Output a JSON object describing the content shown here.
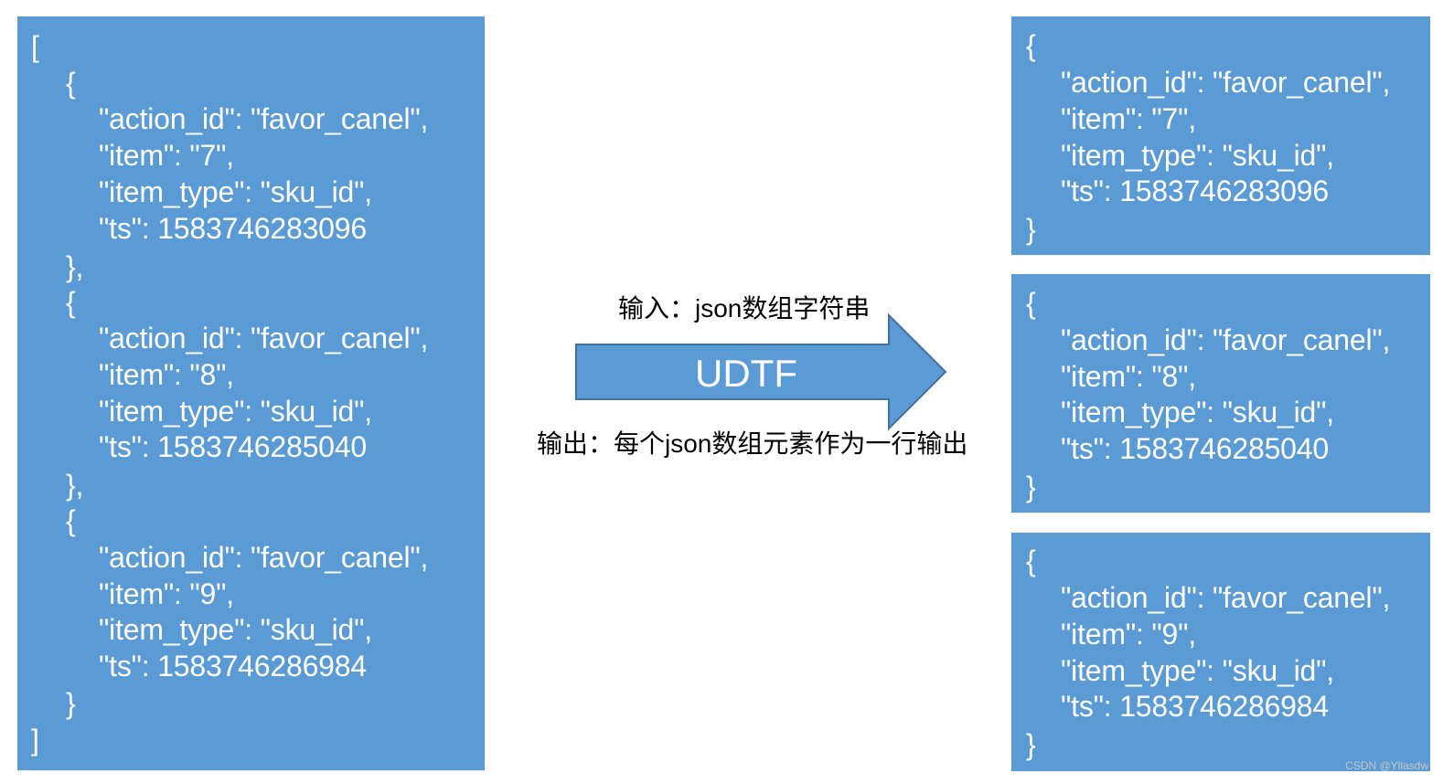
{
  "input_array": {
    "open_bracket": "[",
    "close_bracket": "]",
    "objects": [
      {
        "open": "{",
        "lines": [
          "\"action_id\": \"favor_canel\",",
          "\"item\": \"7\",",
          "\"item_type\": \"sku_id\",",
          "\"ts\": 1583746283096"
        ],
        "close": "},"
      },
      {
        "open": "{",
        "lines": [
          "\"action_id\": \"favor_canel\",",
          "\"item\": \"8\",",
          "\"item_type\": \"sku_id\",",
          "\"ts\": 1583746285040"
        ],
        "close": "},"
      },
      {
        "open": "{",
        "lines": [
          "\"action_id\": \"favor_canel\",",
          "\"item\": \"9\",",
          "\"item_type\": \"sku_id\",",
          "\"ts\": 1583746286984"
        ],
        "close": "}"
      }
    ]
  },
  "udtf": {
    "label": "UDTF",
    "input_caption": "输入：json数组字符串",
    "output_caption": "输出：每个json数组元素作为一行输出"
  },
  "output_rows": [
    {
      "open": "{",
      "lines": [
        "\"action_id\": \"favor_canel\",",
        "\"item\": \"7\",",
        "\"item_type\": \"sku_id\",",
        "\"ts\": 1583746283096"
      ],
      "close": "}"
    },
    {
      "open": "{",
      "lines": [
        "\"action_id\": \"favor_canel\",",
        "\"item\": \"8\",",
        "\"item_type\": \"sku_id\",",
        "\"ts\": 1583746285040"
      ],
      "close": "}"
    },
    {
      "open": "{",
      "lines": [
        "\"action_id\": \"favor_canel\",",
        "\"item\": \"9\",",
        "\"item_type\": \"sku_id\",",
        "\"ts\": 1583746286984"
      ],
      "close": "}"
    }
  ],
  "watermark": "CSDN @Yllasdw",
  "colors": {
    "panel_fill": "#5b9bd5",
    "arrow_stroke": "#41719c",
    "code_text": "#ffffff"
  }
}
